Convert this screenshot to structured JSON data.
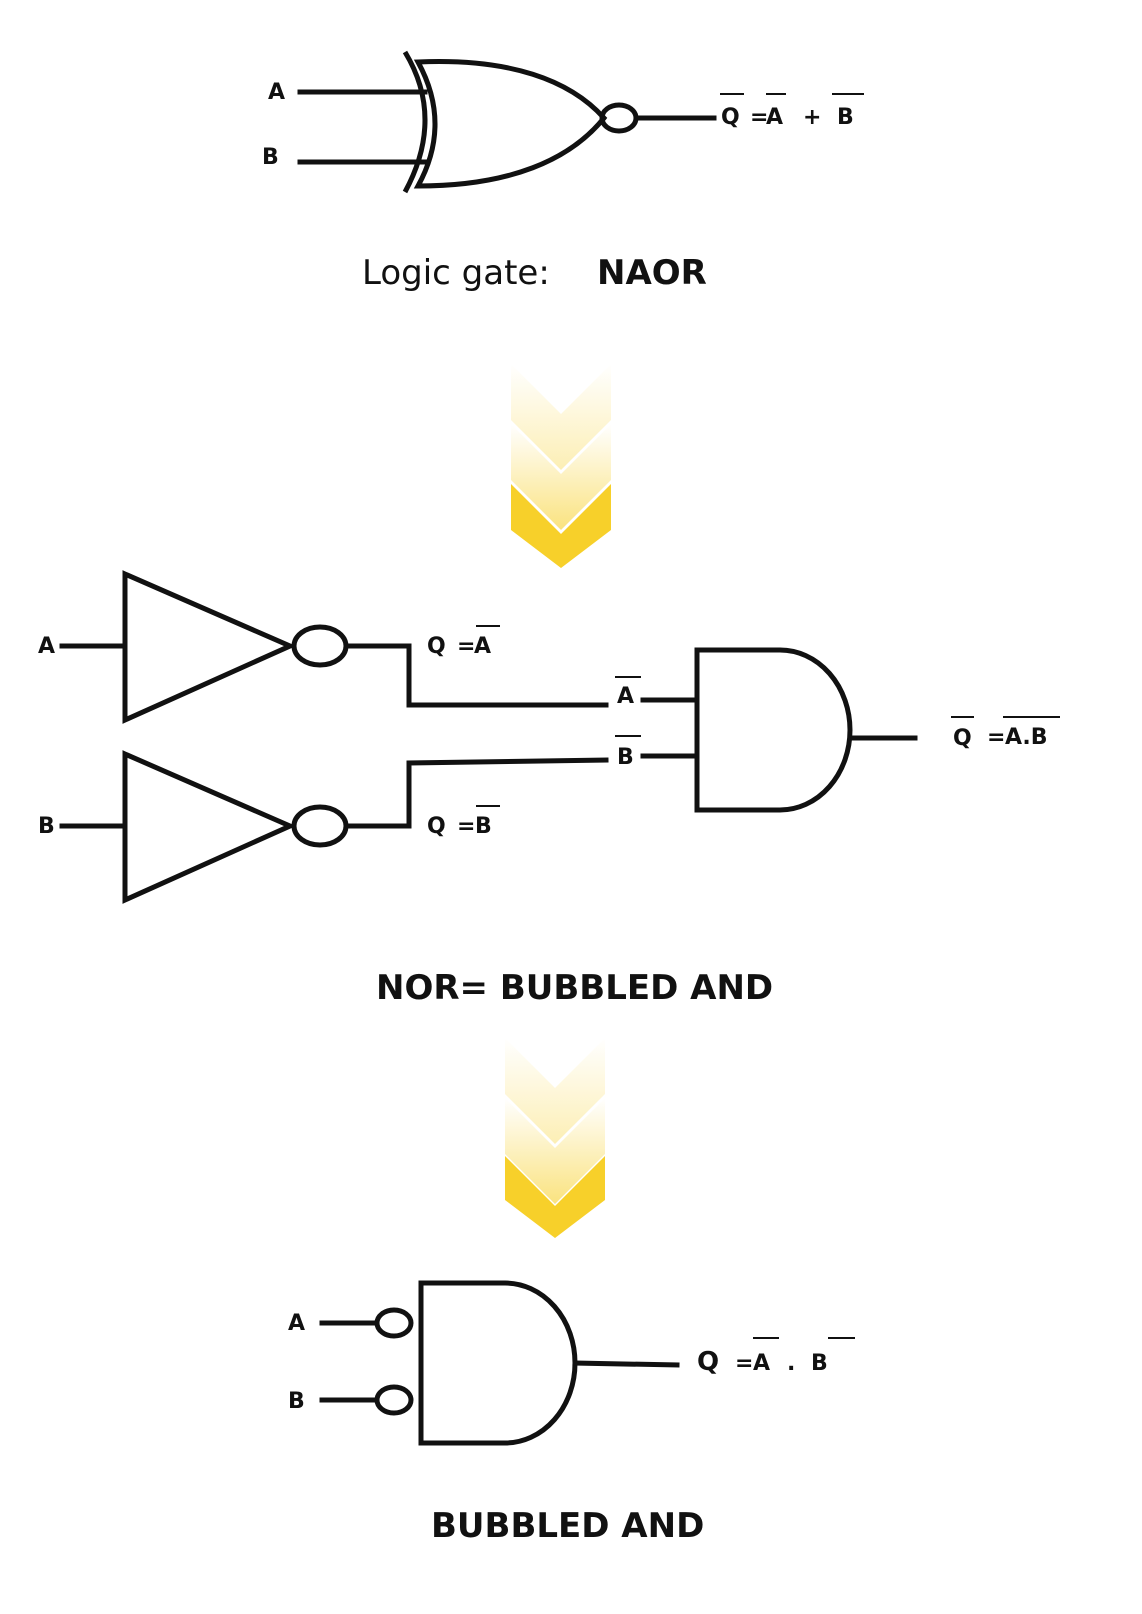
{
  "top": {
    "input_a": "A",
    "input_b": "B",
    "output": {
      "q": "Q",
      "eq": "=",
      "a": "A",
      "op": "+",
      "b": "B"
    },
    "caption_prefix": "Logic gate:",
    "caption_name": "NAOR"
  },
  "middle": {
    "input_a": "A",
    "input_b": "B",
    "not_a": {
      "q": "Q",
      "eq": "=",
      "v": "A"
    },
    "not_b": {
      "q": "Q",
      "eq": "=",
      "v": "B"
    },
    "and_in_a": "A",
    "and_in_b": "B",
    "output": {
      "q": "Q",
      "eq": "=",
      "expr": "A.B"
    },
    "caption": "NOR= BUBBLED AND"
  },
  "bottom": {
    "input_a": "A",
    "input_b": "B",
    "output": {
      "q": "Q",
      "eq": "=",
      "a": "A",
      "op": ".",
      "b": "B"
    },
    "caption": "BUBBLED AND"
  },
  "colors": {
    "arrow": "#f7d02a",
    "line": "#111111",
    "background": "#ffffff"
  },
  "icons": [
    "chevron-down-icon"
  ]
}
